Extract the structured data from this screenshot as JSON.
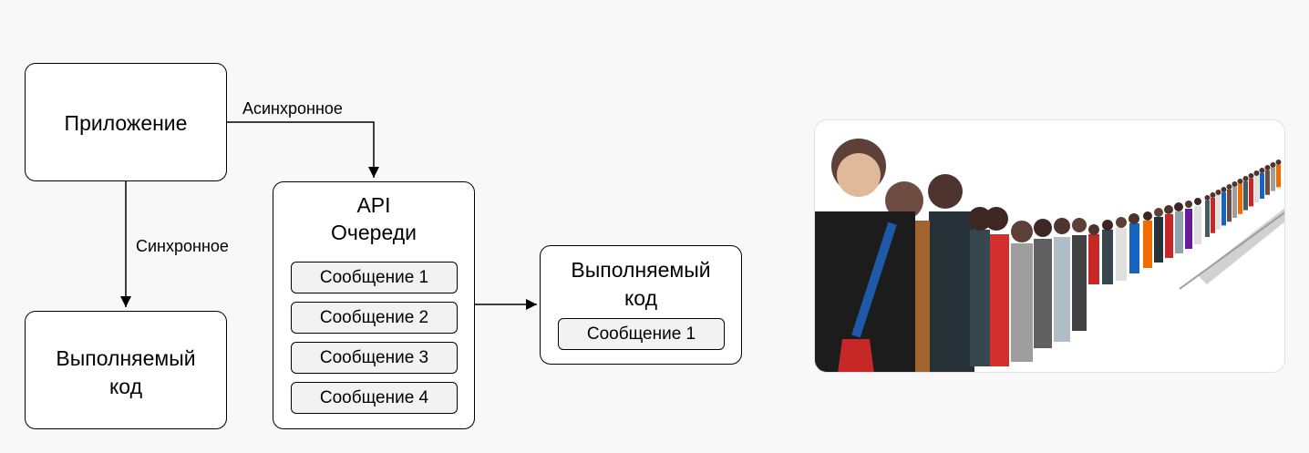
{
  "diagram": {
    "app": {
      "label": "Приложение"
    },
    "exec_left": {
      "line1": "Выполняемый",
      "line2": "код"
    },
    "queue": {
      "line1": "API",
      "line2": "Очереди",
      "messages": [
        "Сообщение 1",
        "Сообщение 2",
        "Сообщение 3",
        "Сообщение 4"
      ]
    },
    "exec_right": {
      "line1": "Выполняемый",
      "line2": "код",
      "message": "Сообщение 1"
    },
    "edges": {
      "async_label": "Асинхронное",
      "sync_label": "Синхронное"
    }
  },
  "photo": {
    "subject": "people-queue-photo"
  }
}
